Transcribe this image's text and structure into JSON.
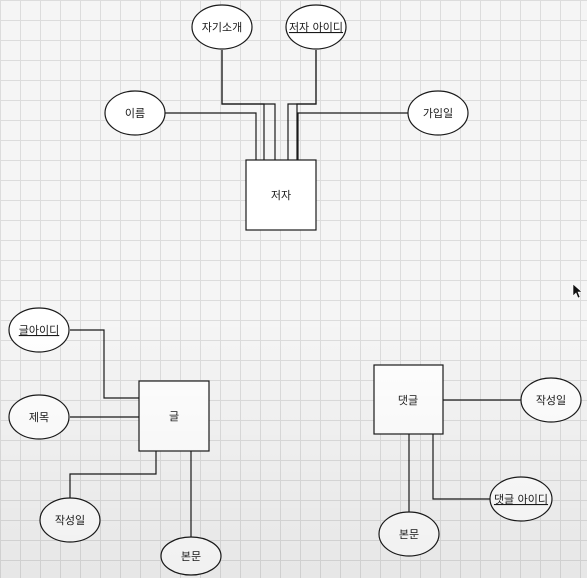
{
  "diagram": {
    "entities": {
      "author": "저자",
      "post": "글",
      "comment": "댓글"
    },
    "attributes": {
      "author_intro": "자기소개",
      "author_id": "저자 아이디",
      "author_name": "이름",
      "author_joined": "가입일",
      "post_id": "글아이디",
      "post_title": "제목",
      "post_created": "작성일",
      "post_body": "본문",
      "comment_created": "작성일",
      "comment_id": "댓글 아이디",
      "comment_body": "본문"
    },
    "primary_keys": [
      "저자 아이디",
      "글아이디",
      "댓글 아이디"
    ]
  }
}
